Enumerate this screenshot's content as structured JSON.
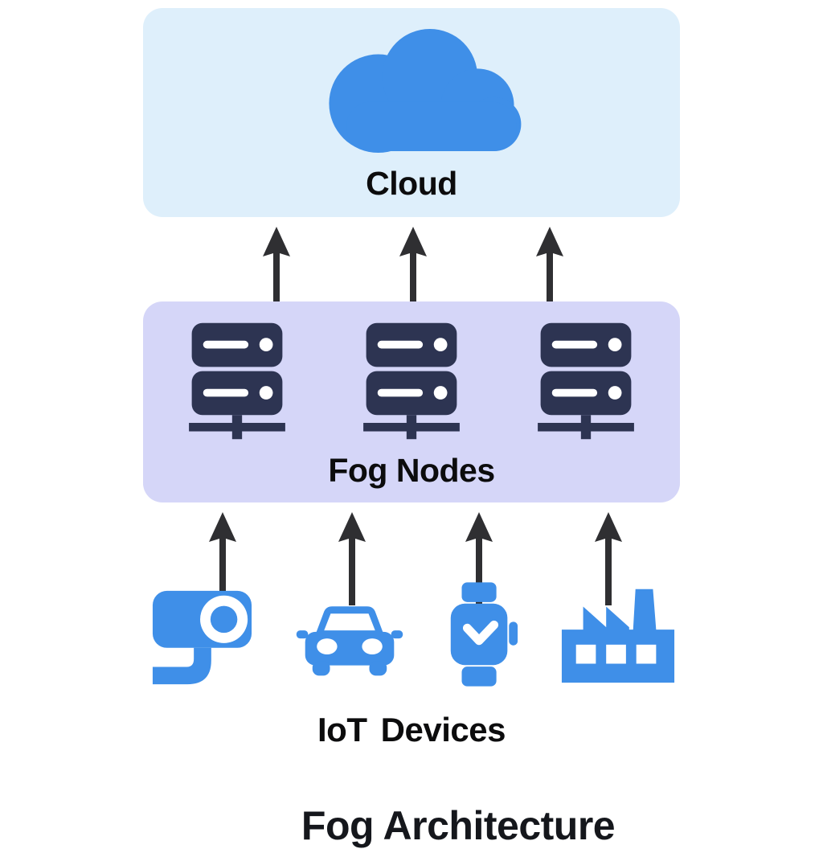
{
  "title": "Fog Architecture",
  "cloud_layer": {
    "label": "Cloud",
    "icon": "cloud-icon"
  },
  "fog_layer": {
    "label": "Fog Nodes",
    "icon": "server-rack-icon",
    "node_count": "3"
  },
  "iot_layer": {
    "label": "IoT Devices",
    "devices": [
      {
        "name": "security-camera"
      },
      {
        "name": "car"
      },
      {
        "name": "smartwatch"
      },
      {
        "name": "factory"
      }
    ]
  },
  "connections": {
    "iot_to_fog_arrows": "4",
    "fog_to_cloud_arrows": "3",
    "direction": "up"
  },
  "colors": {
    "page_bg": "#ffffff",
    "cloud_panel_bg": "#deeffb",
    "fog_panel_bg": "#d5d6f8",
    "icon_blue": "#3f8fe8",
    "server_navy": "#2d3452",
    "arrow": "#2f2f32",
    "text": "#0c0c0d"
  }
}
